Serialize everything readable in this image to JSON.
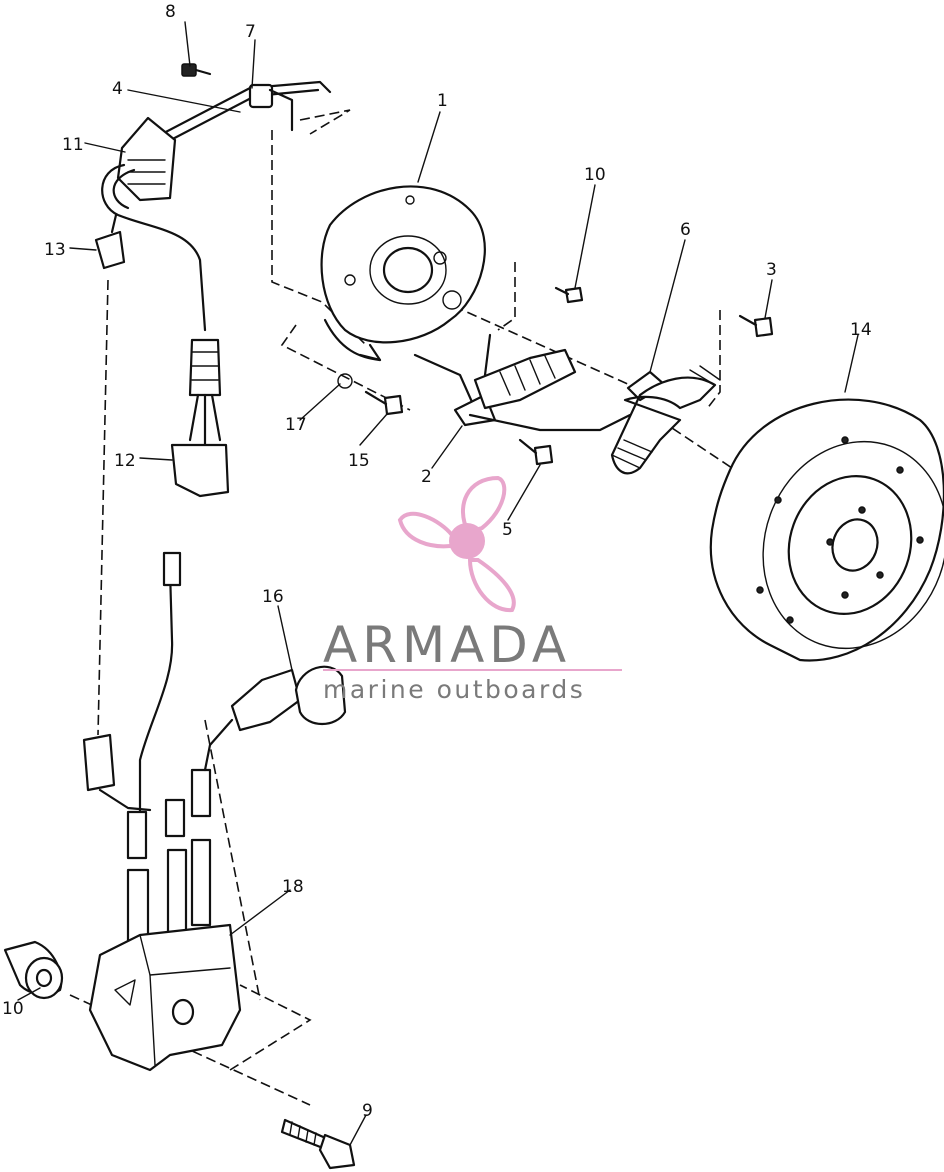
{
  "labels": {
    "p1": "1",
    "p2": "2",
    "p3": "3",
    "p4": "4",
    "p5": "5",
    "p6": "6",
    "p7": "7",
    "p8": "8",
    "p9": "9",
    "p10a": "10",
    "p10b": "10",
    "p11": "11",
    "p12": "12",
    "p13": "13",
    "p14": "14",
    "p15": "15",
    "p16": "16",
    "p17": "17",
    "p18": "18"
  },
  "watermark": {
    "title": "ARMADA",
    "subtitle": "marine outboards",
    "title_color": "#7a7a7a",
    "logo_color": "#e8a6cc",
    "rule_color": "#e8a6cc"
  }
}
